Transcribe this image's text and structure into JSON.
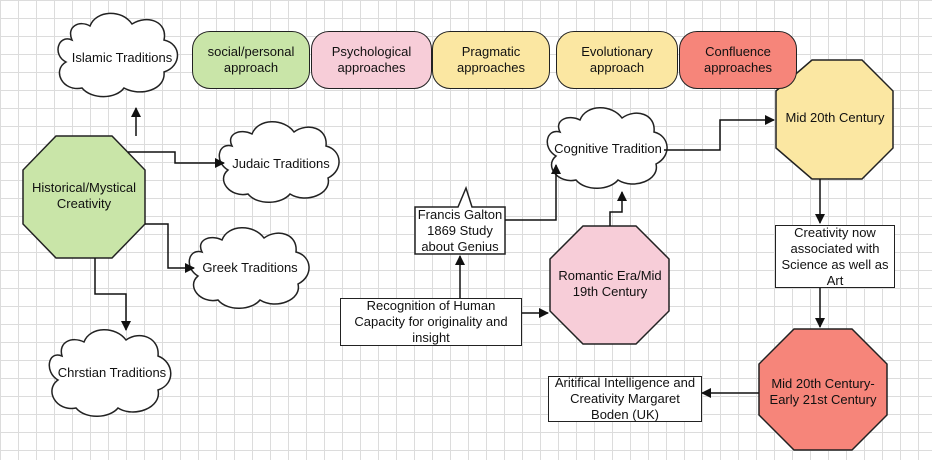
{
  "colors": {
    "green": "#c9e5a8",
    "pink": "#f7cdd8",
    "yellow": "#fbe7a2",
    "salmon": "#f6857a",
    "line": "#111111"
  },
  "approaches": [
    {
      "label": "social/personal approach",
      "color": "green"
    },
    {
      "label": "Psychological approaches",
      "color": "pink"
    },
    {
      "label": "Pragmatic approaches",
      "color": "yellow"
    },
    {
      "label": "Evolutionary approach",
      "color": "yellow"
    },
    {
      "label": "Confluence approaches",
      "color": "salmon"
    }
  ],
  "clouds": {
    "islamic": "Islamic Traditions",
    "judaic": "Judaic Traditions",
    "greek": "Greek Traditions",
    "christian": "Chrstian Traditions",
    "cognitive": "Cognitive Tradition"
  },
  "octagons": {
    "historical": "Historical/Mystical Creativity",
    "romantic": "Romantic Era/Mid 19th Century",
    "mid20": "Mid 20th Century",
    "mid20_21": "Mid 20th Century-Early 21st Century"
  },
  "boxes": {
    "recognition": "Recognition of Human Capacity for originality and insight",
    "science": "Creativity now associated with Science as well as Art",
    "ai": "Aritifical Intelligence and Creativity Margaret Boden (UK)"
  },
  "callout": {
    "galton": "Francis Galton 1869 Study about Genius"
  }
}
